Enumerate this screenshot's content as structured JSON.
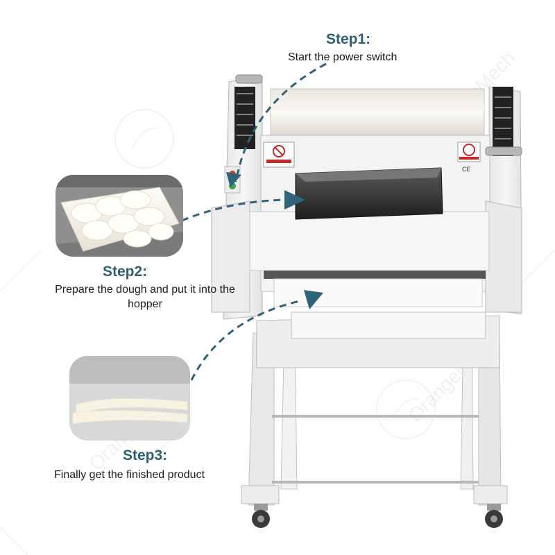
{
  "steps": [
    {
      "title": "Step1:",
      "description": "Start the power switch"
    },
    {
      "title": "Step2:",
      "description": "Prepare the dough and put it into the hopper"
    },
    {
      "title": "Step3:",
      "description": "Finally get the finished product"
    }
  ],
  "machine_labels": {
    "ce_mark": "CE"
  },
  "watermark": "OrangeMech",
  "colors": {
    "accent": "#2e5f73",
    "arrow": "#2f6478",
    "machine_body": "#eeeeee",
    "text": "#1a1a1a"
  },
  "icons": [
    "dashed-arrow-icon",
    "warning-sticker-icon",
    "hand-warning-icon",
    "power-button-icon",
    "caster-wheel-icon"
  ]
}
